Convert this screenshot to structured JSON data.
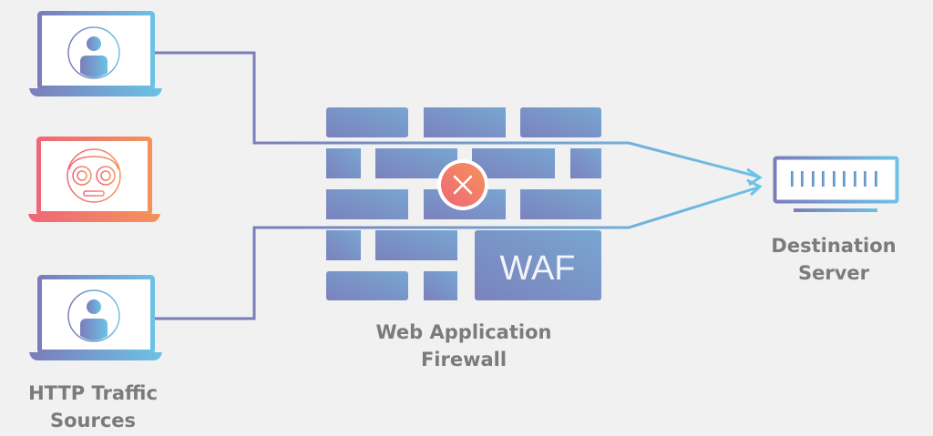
{
  "sources": {
    "label_line1": "HTTP Traffic",
    "label_line2": "Sources",
    "items": [
      {
        "icon": "user-icon",
        "type": "legitimate"
      },
      {
        "icon": "robot-icon",
        "type": "malicious"
      },
      {
        "icon": "user-icon",
        "type": "legitimate"
      }
    ]
  },
  "firewall": {
    "badge": "WAF",
    "label_line1": "Web Application",
    "label_line2": "Firewall",
    "block_icon": "x-icon"
  },
  "destination": {
    "label_line1": "Destination",
    "label_line2": "Server",
    "icon": "server-icon"
  },
  "colors": {
    "background": "#f1f1f1",
    "legit_start": "#7b7dba",
    "legit_end": "#6cc2e6",
    "bot_start": "#ee6878",
    "bot_end": "#f4925a",
    "wall": "#7a92c6",
    "label": "#7b7b7d"
  }
}
